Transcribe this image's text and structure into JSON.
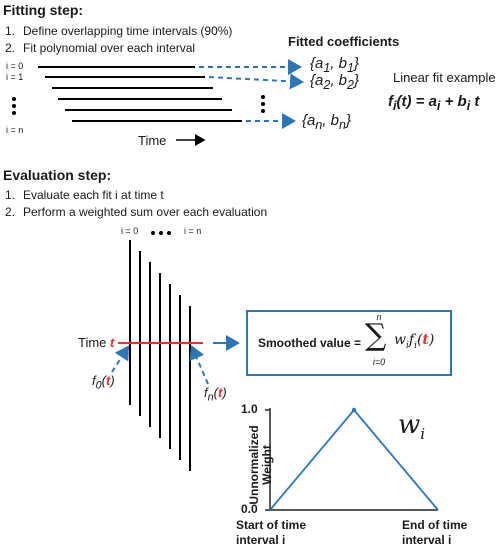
{
  "fitting": {
    "heading": "Fitting step:",
    "steps": [
      {
        "num": "1.",
        "text": "Define overlapping time intervals (90%)"
      },
      {
        "num": "2.",
        "text": "Fit polynomial over each interval"
      }
    ],
    "row_labels": [
      "i = 0",
      "i = 1",
      "i = n"
    ],
    "time_label": "Time",
    "fitted_title": "Fitted coefficients",
    "coefficients": [
      {
        "a": "a",
        "a_sub": "1",
        "b": "b",
        "b_sub": "1"
      },
      {
        "a": "a",
        "a_sub": "2",
        "b": "b",
        "b_sub": "2"
      },
      {
        "a": "a",
        "a_sub": "n",
        "b": "b",
        "b_sub": "n"
      }
    ],
    "linear_title": "Linear fit example",
    "formula": {
      "f": "f",
      "f_sub": "i",
      "arg": "(t) = ",
      "a": "a",
      "a_sub": "i",
      "plus": " + ",
      "b": "b",
      "b_sub": "i",
      "t": " t"
    }
  },
  "evaluation": {
    "heading": "Evaluation step:",
    "steps": [
      {
        "num": "1.",
        "text": "Evaluate each fit i at time t"
      },
      {
        "num": "2.",
        "text": "Perform a weighted sum over each evaluation"
      }
    ],
    "top_left_label": "i = 0",
    "top_right_label": "i = n",
    "time_word": "Time",
    "time_symbol": "t",
    "f0": {
      "f": "f",
      "sub": "0",
      "open": "(",
      "t": "t",
      "close": ")"
    },
    "fn": {
      "f": "f",
      "sub": "n",
      "open": "(",
      "t": "t",
      "close": ")"
    },
    "smoothed_label": "Smoothed value =",
    "sum_top": "n",
    "sum_bottom": "i=0",
    "sum_symbol": "∑",
    "sum_term": {
      "w": "w",
      "w_sub": "i",
      "f": "f",
      "f_sub": "i",
      "open": "(",
      "t": "t",
      "close": ")"
    }
  },
  "weight_chart": {
    "ylabel": "Unnormalized Weight",
    "ytick_top": "1.0",
    "ytick_bottom": "0.0",
    "x_left_label": [
      "Start of time",
      "interval i"
    ],
    "x_right_label": [
      "End of time",
      "interval i"
    ],
    "series_label": {
      "w": "w",
      "sub": "i"
    },
    "colors": {
      "line": "#2e75b6",
      "axis": "#222222"
    }
  },
  "colors": {
    "blue": "#2e75b6",
    "red": "#e8312f",
    "black": "#000000"
  }
}
